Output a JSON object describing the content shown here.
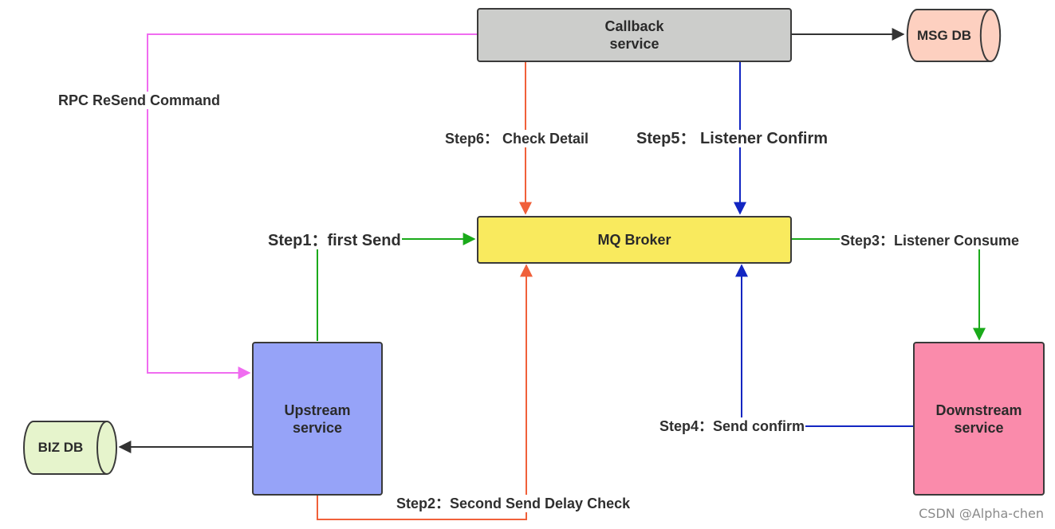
{
  "nodes": {
    "callback": "Callback\nservice",
    "mq_broker": "MQ Broker",
    "upstream": "Upstream\nservice",
    "downstream": "Downstream\nservice",
    "msg_db": "MSG DB",
    "biz_db": "BIZ DB"
  },
  "edges": {
    "rpc_resend": "RPC ReSend Command",
    "step1": "Step1：first Send",
    "step2": "Step2：Second Send Delay Check",
    "step3": "Step3：Listener Consume",
    "step4": "Step4：Send confirm",
    "step5": "Step5：  Listener Confirm",
    "step6": "Step6：  Check Detail"
  },
  "colors": {
    "callback_fill": "#cccdcb",
    "mq_fill": "#f9ea5e",
    "upstream_fill": "#96a3f8",
    "downstream_fill": "#fa8bab",
    "msg_db_fill": "#fdd0c0",
    "biz_db_fill": "#e6f4cc",
    "pink_line": "#f06cf0",
    "green_line": "#1aaa1a",
    "red_line": "#f0603a",
    "blue_line": "#1226c2",
    "black_line": "#333333"
  },
  "watermark": "CSDN @Alpha-chen"
}
